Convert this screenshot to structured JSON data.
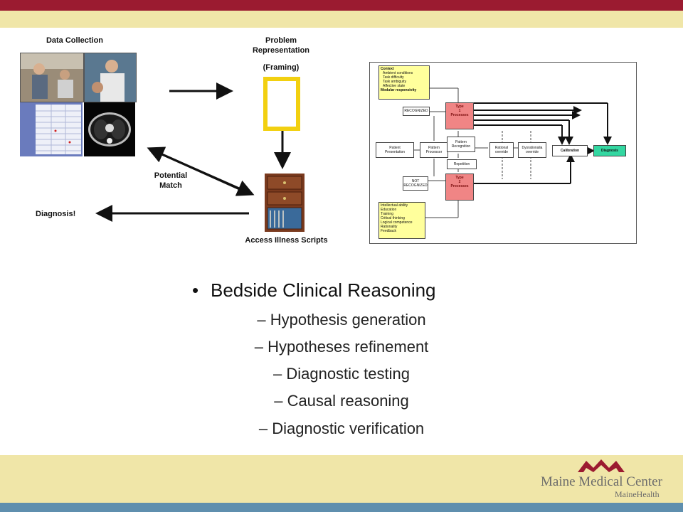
{
  "diagram": {
    "data_collection": "Data Collection",
    "problem_representation": "Problem\nRepresentation",
    "framing": "(Framing)",
    "potential_match": "Potential\nMatch",
    "diagnosis": "Diagnosis!",
    "access_scripts": "Access Illness Scripts"
  },
  "flowchart": {
    "context_title": "Context",
    "context_items": [
      "Ambient conditions",
      "Task difficulty",
      "Task ambiguity",
      "Affective state"
    ],
    "context_footer": "Modular responsivity",
    "recognized": "RECOGNIZED",
    "type1": "Type\n1\nProcesses",
    "patient_presentation": "Patient\nPresentation",
    "pattern_processor": "Pattern\nProcessor",
    "pattern_recognition": "Pattern\nRecognition",
    "rational_override": "Rational\noverride",
    "dysrationalia_override": "Dysrationalia\noverride",
    "calibration": "Calibration",
    "diagnosis": "Diagnosis",
    "repetition": "Repetition",
    "not_recognized": "NOT\nRECOGNIZED",
    "type2": "Type\n2\nProcesses",
    "ability_items": [
      "Intellectual ability",
      "Education",
      "Training",
      "Critical thinking",
      "Logical competence",
      "Rationality",
      "Feedback"
    ]
  },
  "bullets": {
    "main": "Bedside Clinical Reasoning",
    "subs": [
      "Hypothesis generation",
      "Hypotheses refinement",
      "Diagnostic testing",
      "Causal reasoning",
      "Diagnostic verification"
    ]
  },
  "logo": {
    "name": "Maine Medical Center",
    "sub": "MaineHealth",
    "color": "#9b1b30"
  },
  "colors": {
    "banner_red": "#9b1b30",
    "banner_cream": "#f0e6a8",
    "footer_blue": "#5f8fae"
  }
}
